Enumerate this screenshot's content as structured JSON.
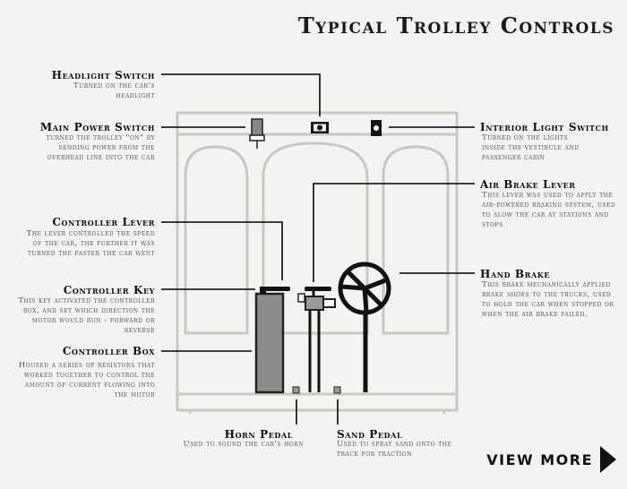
{
  "title": "Typical Trolley Controls",
  "callouts": {
    "headlight": {
      "label": "Headlight Switch",
      "desc": "Turned on the car's headlight"
    },
    "main_power": {
      "label": "Main Power Switch",
      "desc": "turned the trolley \"on\" by sending power from the overhead line into the car"
    },
    "interior_light": {
      "label": "Interior Light Switch",
      "desc": "Turned on the lights inside the vestibule and passenger cabin"
    },
    "air_brake": {
      "label": "Air Brake Lever",
      "desc": "This lever was used to apply the air-powered braking system, used to slow the car at stations and stops"
    },
    "controller_lever": {
      "label": "Controller Lever",
      "desc": "The lever controlled the speed of the car, the further it was turned the faster the car went"
    },
    "hand_brake": {
      "label": "Hand Brake",
      "desc": "This brake mechanically applied brake shoes to the trucks, used to hold the car when stopped or when the air brake failed."
    },
    "controller_key": {
      "label": "Controller Key",
      "desc": "This key activated the controller box, and set which direction the motor would run - forward or reverse"
    },
    "controller_box": {
      "label": "Controller Box",
      "desc": "Housed a series of resistors that worked together to control the amount of current flowing into the motor"
    },
    "horn_pedal": {
      "label": "Horn Pedal",
      "desc": "Used to sound the car's horn"
    },
    "sand_pedal": {
      "label": "Sand Pedal",
      "desc": "Used to spray sand onto the track for traction"
    }
  },
  "view_more": {
    "label": "VIEW MORE"
  }
}
